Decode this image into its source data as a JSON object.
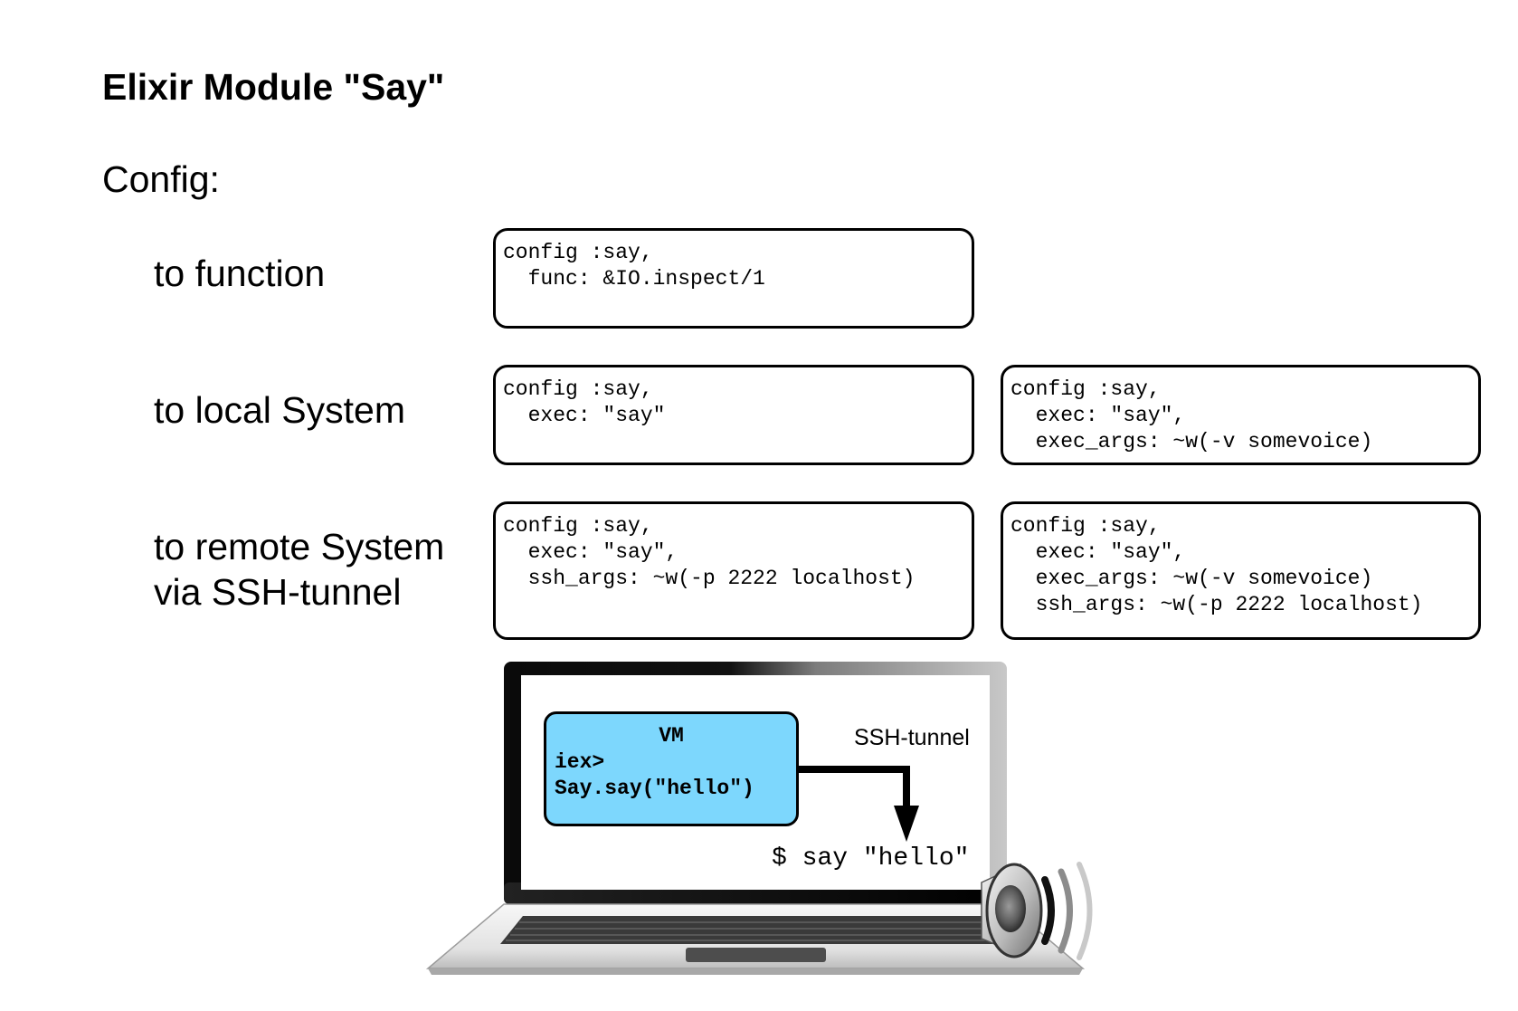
{
  "title": "Elixir Module \"Say\"",
  "config_label": "Config:",
  "rows": [
    {
      "label_lines": [
        "to function"
      ],
      "boxes": [
        "config :say,\n  func: &IO.inspect/1"
      ]
    },
    {
      "label_lines": [
        "to local System"
      ],
      "boxes": [
        "config :say,\n  exec: \"say\"",
        "config :say,\n  exec: \"say\",\n  exec_args: ~w(-v somevoice)"
      ]
    },
    {
      "label_lines": [
        "to remote System",
        "via SSH-tunnel"
      ],
      "boxes": [
        "config :say,\n  exec: \"say\",\n  ssh_args: ~w(-p 2222 localhost)",
        "config :say,\n  exec: \"say\",\n  exec_args: ~w(-v somevoice)\n  ssh_args: ~w(-p 2222 localhost)"
      ]
    }
  ],
  "illustration": {
    "vm_title": "VM",
    "vm_lines": [
      "iex>",
      "Say.say(\"hello\")"
    ],
    "tunnel_label": "SSH-tunnel",
    "shell_command": "$ say \"hello\"",
    "vm_color": "#7dd7fd",
    "icons": [
      "laptop-icon",
      "speaker-icon"
    ]
  }
}
